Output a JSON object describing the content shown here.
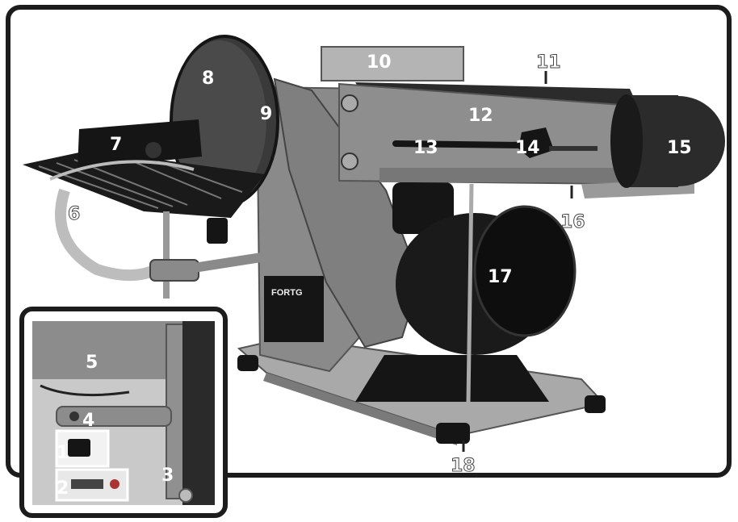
{
  "brand": "FORTG",
  "callouts": {
    "n1": "1",
    "n2": "2",
    "n3": "3",
    "n4": "4",
    "n5": "5",
    "n6": "6",
    "n7": "7",
    "n8": "8",
    "n9": "9",
    "n10": "10",
    "n11": "11",
    "n12": "12",
    "n13": "13",
    "n14": "14",
    "n15": "15",
    "n16": "16",
    "n17": "17",
    "n18": "18"
  },
  "colors": {
    "frame": "#1c1c1c",
    "body_gray": "#8a8a8a",
    "base_gray": "#a9a9a9",
    "dark": "#151515",
    "abrasive": "#2b2b2b"
  }
}
